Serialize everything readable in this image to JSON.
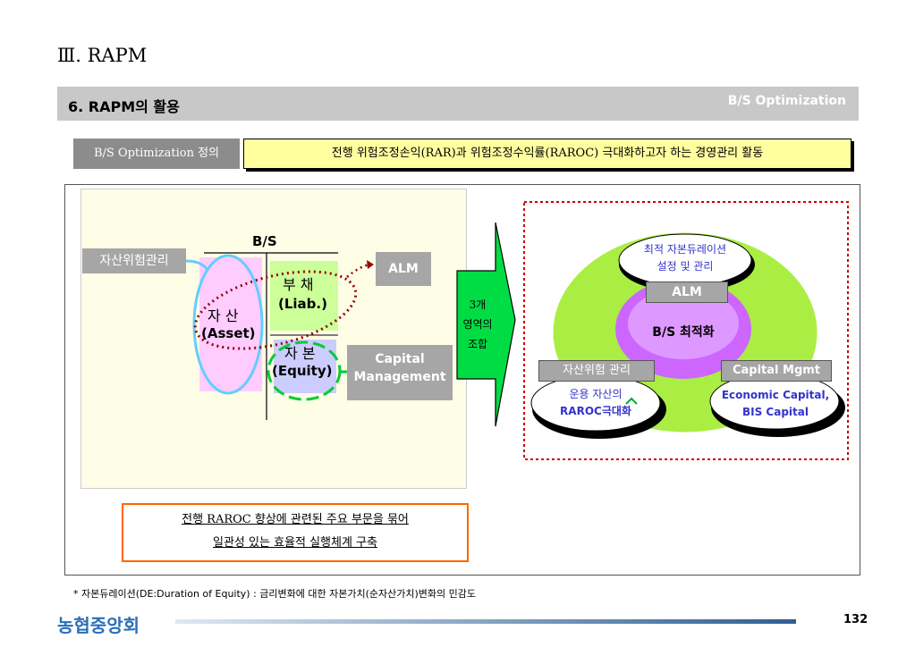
{
  "page_title": "Ⅲ. RAPM",
  "section": {
    "title": "6. RAPM의 활용",
    "right_label": "B/S Optimization"
  },
  "definition": {
    "label": "B/S Optimization 정의",
    "text": "전행 위험조정손익(RAR)과 위험조정수익률(RAROC) 극대화하고자 하는 경영관리 활동"
  },
  "left_panel": {
    "bs_title": "B/S",
    "risk_mgmt": "자산위험관리",
    "liab_kr": "부 채",
    "liab_en": "(Liab.)",
    "asset_kr": "자 산",
    "asset_en": "(Asset)",
    "equity_kr": "자 본",
    "equity_en": "(Equity)",
    "alm": "ALM",
    "capital_line1": "Capital",
    "capital_line2": "Management"
  },
  "arrow_text": {
    "line1": "3개",
    "line2": "영역의",
    "line3": "조합"
  },
  "right_panel": {
    "top_bubble_line1": "최적 자본듀레이션",
    "top_bubble_line2": "설정 및 관리",
    "alm_label": "ALM",
    "center_text": "B/S 최적화",
    "risk_label": "자산위험 관리",
    "capital_label": "Capital Mgmt",
    "left_bubble_line1": "운용 자산의",
    "left_bubble_line2": "RAROC극대화",
    "right_bubble_line1": "Economic Capital,",
    "right_bubble_line2": "BIS Capital"
  },
  "bottom_box": {
    "line1": "전행 RAROC 향상에 관련된 주요 부문을 묶어",
    "line2": "일관성 있는 효율적 실행체계 구축"
  },
  "footnote": "* 자본듀레이션(DE:Duration of Equity) : 금리변화에 대한 자본가치(순자산가치)변화의 민감도",
  "logo_text": "농협중앙회",
  "page_number": "132",
  "colors": {
    "accent_green": "#00cc33",
    "bubble_purple": "#cc66ff",
    "frame_red": "#cc0000",
    "bar_grey": "#c8c8c8"
  }
}
